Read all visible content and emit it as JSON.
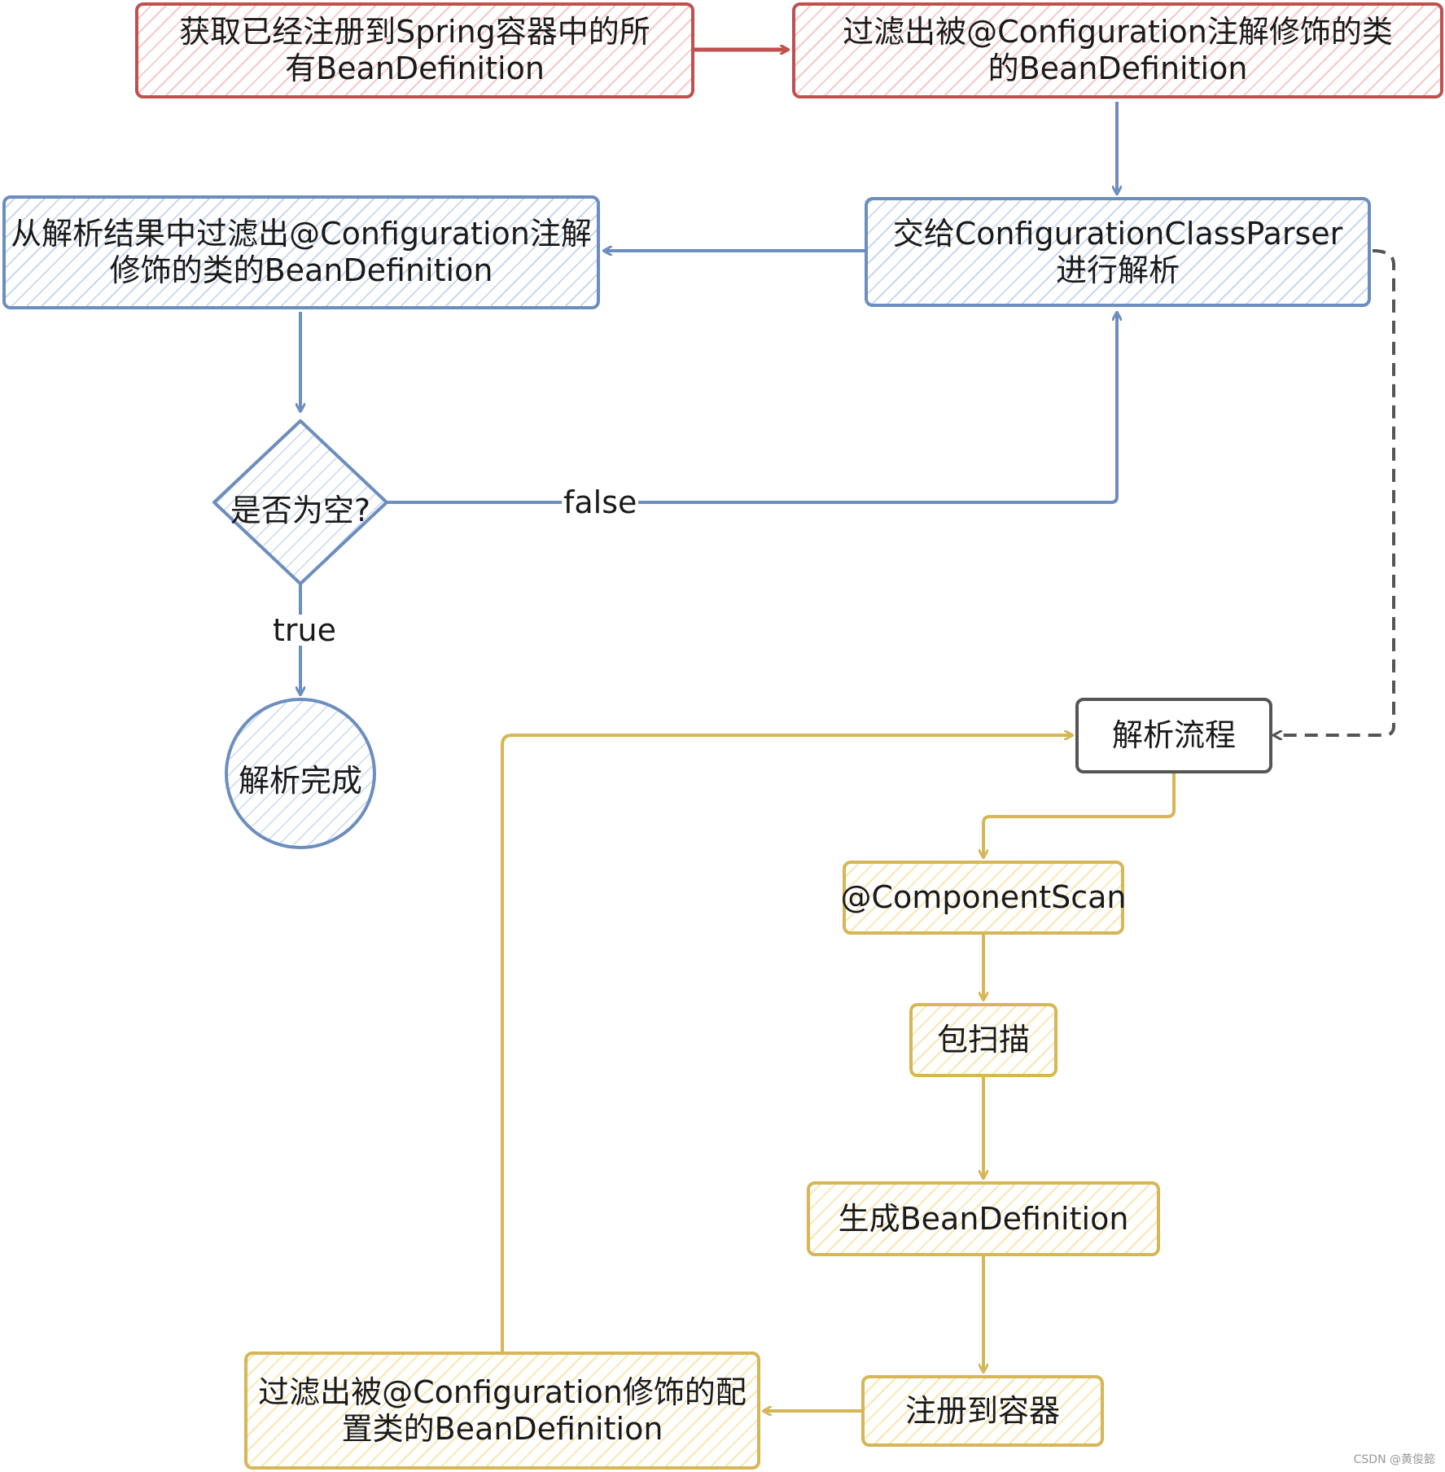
{
  "nodes": {
    "get_all": "获取已经注册到Spring容器中的所有BeanDefinition",
    "filter_config": "过滤出被@Configuration注解修饰的类的BeanDefinition",
    "parser": "交给ConfigurationClassParser进行解析",
    "filter_result": "从解析结果中过滤出@Configuration注解修饰的类的BeanDefinition",
    "is_empty": "是否为空?",
    "done": "解析完成",
    "parse_flow": "解析流程",
    "component_scan": "@ComponentScan",
    "package_scan": "包扫描",
    "gen_bd": "生成BeanDefinition",
    "register": "注册到容器",
    "filter_config_classes": "过滤出被@Configuration修饰的配置类的BeanDefinition"
  },
  "edge_labels": {
    "false_label": "false",
    "true_label": "true"
  },
  "watermark": "CSDN @黄俊懿",
  "colors": {
    "red": "#c0504d",
    "blue": "#6c8ebf",
    "yellow": "#d6b656",
    "gray": "#555555"
  }
}
